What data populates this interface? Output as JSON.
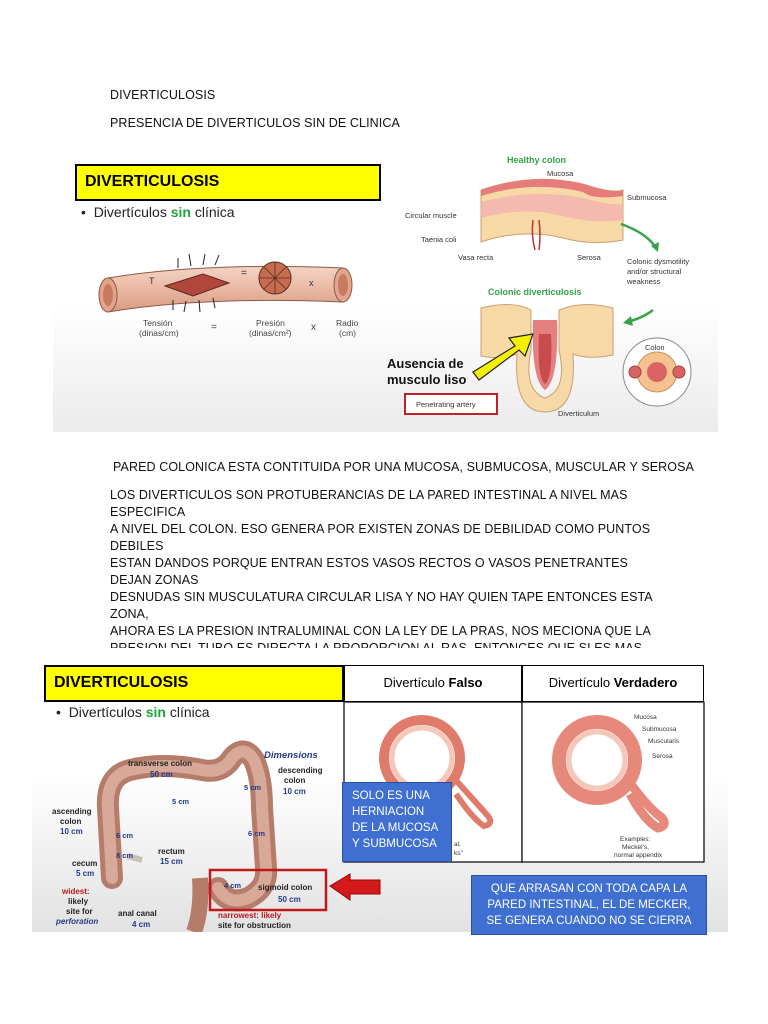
{
  "heading": "DIVERTICULOSIS",
  "subheading": "PRESENCIA DE DIVERTICULOS SIN DE CLINICA",
  "slide1": {
    "banner": "DIVERTICULOSIS",
    "bullet_pre": "Divertículos ",
    "bullet_accent": "sin",
    "bullet_post": " clínica",
    "formula": {
      "tension": "Tensión",
      "tension_unit": "(dinas/cm)",
      "equals": "=",
      "pressure": "Presión",
      "pressure_unit": "(dinas/cm²)",
      "times": "x",
      "radius": "Radio",
      "radius_unit": "(cm)",
      "t_symbol": "T",
      "x_symbol": "x"
    },
    "healthy_title": "Healthy colon",
    "labels": {
      "mucosa": "Mucosa",
      "submucosa": "Submucosa",
      "circular_muscle": "Circular muscle",
      "taenia_coli": "Taenia coli",
      "vasa_recta": "Vasa recta",
      "serosa": "Serosa",
      "dysmotility_1": "Colonic dysmotility",
      "dysmotility_2": "and/or structural",
      "dysmotility_3": "weakness",
      "colon": "Colon",
      "diverticulum": "Diverticulum",
      "penetrating_artery": "Penetrating artery"
    },
    "colonic_title": "Colonic diverticulosis",
    "callout_1": "Ausencia de",
    "callout_2": "musculo liso"
  },
  "para1": "PARED COLONICA ESTA CONTITUIDA POR UNA MUCOSA, SUBMUCOSA, MUSCULAR Y SEROSA",
  "para2": "LOS DIVERTICULOS SON PROTUBERANCIAS DE LA PARED INTESTINAL A NIVEL MAS ESPECIFICA\nA NIVEL DEL COLON. ESO GENERA POR EXISTEN ZONAS DE DEBILIDAD COMO PUNTOS DEBILES\nESTAN DANDOS PORQUE ENTRAN ESTOS VASOS RECTOS O VASOS PENETRANTES DEJAN ZONAS\nDESNUDAS SIN MUSCULATURA CIRCULAR LISA Y NO HAY QUIEN TAPE ENTONCES ESTA ZONA,\nAHORA ES LA PRESION INTRALUMINAL CON LA LEY DE LA PRAS, NOS MECIONA QUE LA\nPRESION DEL TUBO ES DIRECTA LA PROPORCION AL RAS. ENTONCES QUE SI ES MAS CHICO ES\nEL DIAMETRO ES MAS RIESGO DE DIVERTICULOS A SUFRIR DAÑOS.",
  "slide2": {
    "banner": "DIVERTICULOSIS",
    "bullet_pre": "Divertículos ",
    "bullet_accent": "sin",
    "bullet_post": " clínica",
    "false_header_pre": "Divertículo ",
    "false_header_bold": "Falso",
    "true_header_pre": "Divertículo ",
    "true_header_bold": "Verdadero",
    "dimensions": "Dimensions",
    "transverse": "transverse colon",
    "transverse_len": "50 cm",
    "descending": "descending",
    "descending_2": "colon",
    "descending_len": "10 cm",
    "ascending": "ascending",
    "ascending_2": "colon",
    "ascending_len": "10 cm",
    "cecum": "cecum",
    "cecum_len": "5 cm",
    "rectum": "rectum",
    "rectum_len": "15 cm",
    "sigmoid": "sigmoid colon",
    "sigmoid_len": "50 cm",
    "anal": "anal canal",
    "anal_len": "4 cm",
    "widest_1": "widest:",
    "widest_2": "likely",
    "widest_3": "site for",
    "widest_4": "perforation",
    "narrowest_1": "narrowest: likely",
    "narrowest_2": "site for obstruction",
    "cm5": "5 cm",
    "cm6": "6 cm",
    "cm8": "8 cm",
    "cm4": "4 cm",
    "true_labels": {
      "mucosa": "Mucosa",
      "submucosa": "Submucosa",
      "muscularis": "Muscularis",
      "serosa": "Serosa",
      "examples": "Examples:",
      "meckel": "Meckel's,",
      "appendix": "normal appendix"
    },
    "false_partial_1": "al,",
    "false_partial_2": "ks\""
  },
  "note_left": "SOLO ES UNA\nHERNIACION\nDE LA MUCOSA\nY SUBMUCOSA",
  "note_right": "QUE ARRASAN CON TODA CAPA LA\nPARED INTESTINAL, EL DE MECKER,\nSE GENERA CUANDO NO SE CIERRA"
}
